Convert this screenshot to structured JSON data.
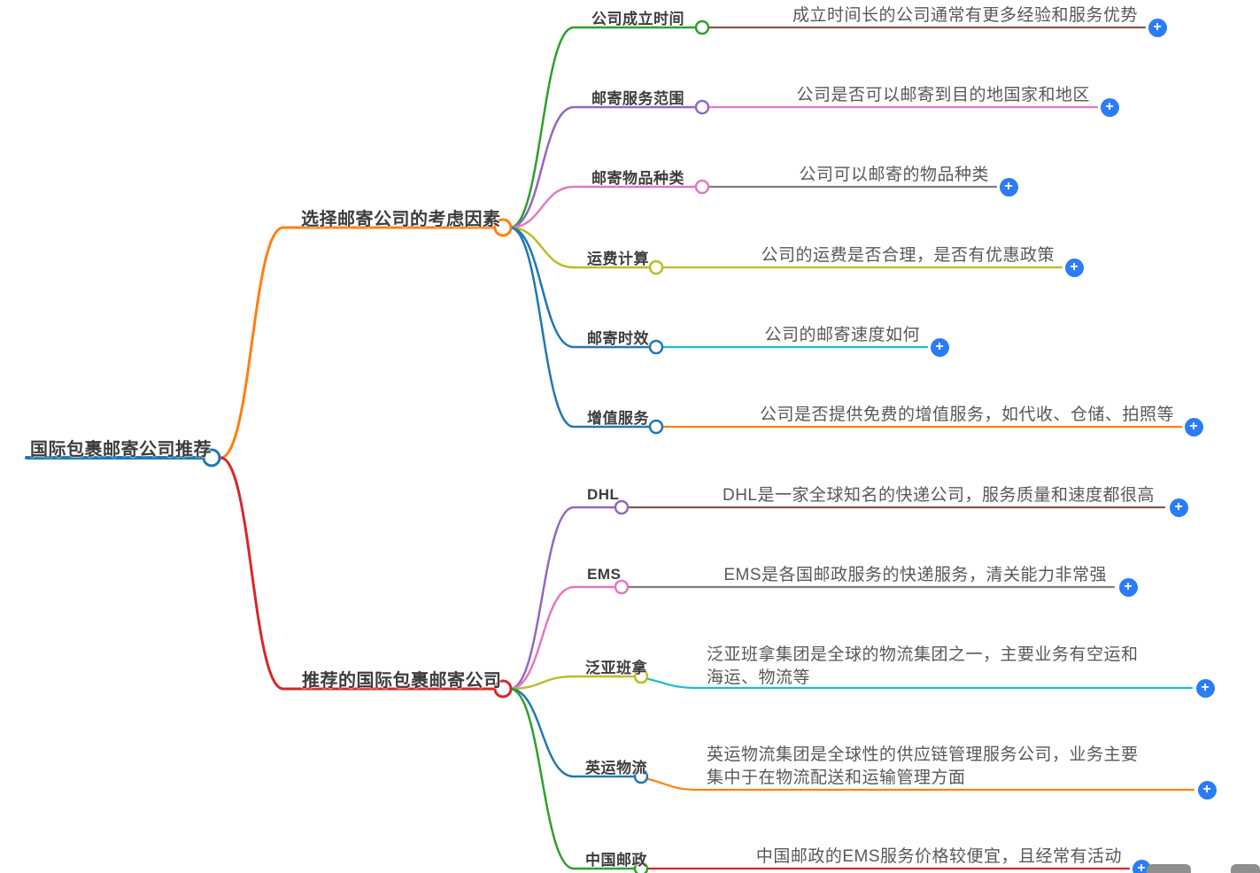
{
  "root": {
    "label": "国际包裹邮寄公司推荐",
    "color": "#1f77b4"
  },
  "branches": [
    {
      "label": "选择邮寄公司的考虑因素",
      "color": "#ff7f0e",
      "children": [
        {
          "label": "公司成立时间",
          "color": "#2ca02c",
          "desc": "成立时间长的公司通常有更多经验和服务优势",
          "desc_color": "#8c564b"
        },
        {
          "label": "邮寄服务范围",
          "color": "#9467bd",
          "desc": "公司是否可以邮寄到目的地国家和地区",
          "desc_color": "#e377c2"
        },
        {
          "label": "邮寄物品种类",
          "color": "#e377c2",
          "desc": "公司可以邮寄的物品种类",
          "desc_color": "#7f7f7f"
        },
        {
          "label": "运费计算",
          "color": "#bcbd22",
          "desc": "公司的运费是否合理，是否有优惠政策",
          "desc_color": "#bcbd22"
        },
        {
          "label": "邮寄时效",
          "color": "#1f77b4",
          "desc": "公司的邮寄速度如何",
          "desc_color": "#17becf"
        },
        {
          "label": "增值服务",
          "color": "#1f77b4",
          "desc": "公司是否提供免费的增值服务，如代收、仓储、拍照等",
          "desc_color": "#ff7f0e"
        }
      ]
    },
    {
      "label": "推荐的国际包裹邮寄公司",
      "color": "#d62728",
      "children": [
        {
          "label": "DHL",
          "color": "#9467bd",
          "desc": "DHL是一家全球知名的快递公司，服务质量和速度都很高",
          "desc_color": "#8c564b"
        },
        {
          "label": "EMS",
          "color": "#e377c2",
          "desc": "EMS是各国邮政服务的快递服务，清关能力非常强",
          "desc_color": "#7f7f7f"
        },
        {
          "label": "泛亚班拿",
          "color": "#bcbd22",
          "desc": "泛亚班拿集团是全球的物流集团之一，主要业务有空运和\n海运、物流等",
          "desc_color": "#17becf"
        },
        {
          "label": "英运物流",
          "color": "#1f77b4",
          "desc": "英运物流集团是全球性的供应链管理服务公司，业务主要\n集中于在物流配送和运输管理方面",
          "desc_color": "#ff7f0e"
        },
        {
          "label": "中国邮政",
          "color": "#2ca02c",
          "desc": "中国邮政的EMS服务价格较便宜，且经常有活动",
          "desc_color": "#d62728"
        }
      ]
    }
  ],
  "controls": {
    "add_button_glyph": "+",
    "add_button_color": "#2a7cf7",
    "stub_color": "#8f8f8f"
  }
}
